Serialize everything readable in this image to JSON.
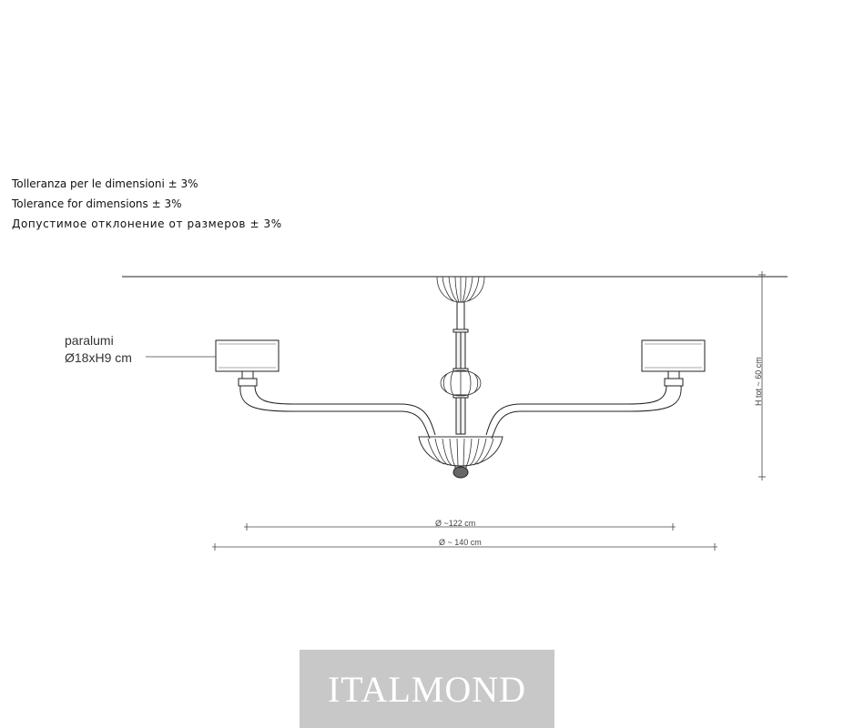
{
  "notes": {
    "tolerance_it": "Tolleranza per le dimensioni ± 3%",
    "tolerance_en": "Tolerance for dimensions ± 3%",
    "tolerance_ru": "Допустимое  отклонение  от    размеров ± 3%"
  },
  "labels": {
    "shade_name": "paralumi",
    "shade_size": "Ø18xH9 cm",
    "total_height": "H tot ~ 60 cm",
    "inner_diameter": "Ø  ~122 cm",
    "outer_diameter": "Ø ~ 140 cm"
  },
  "logo": {
    "text": "ITALMOND",
    "background": "#c8c8c8"
  }
}
